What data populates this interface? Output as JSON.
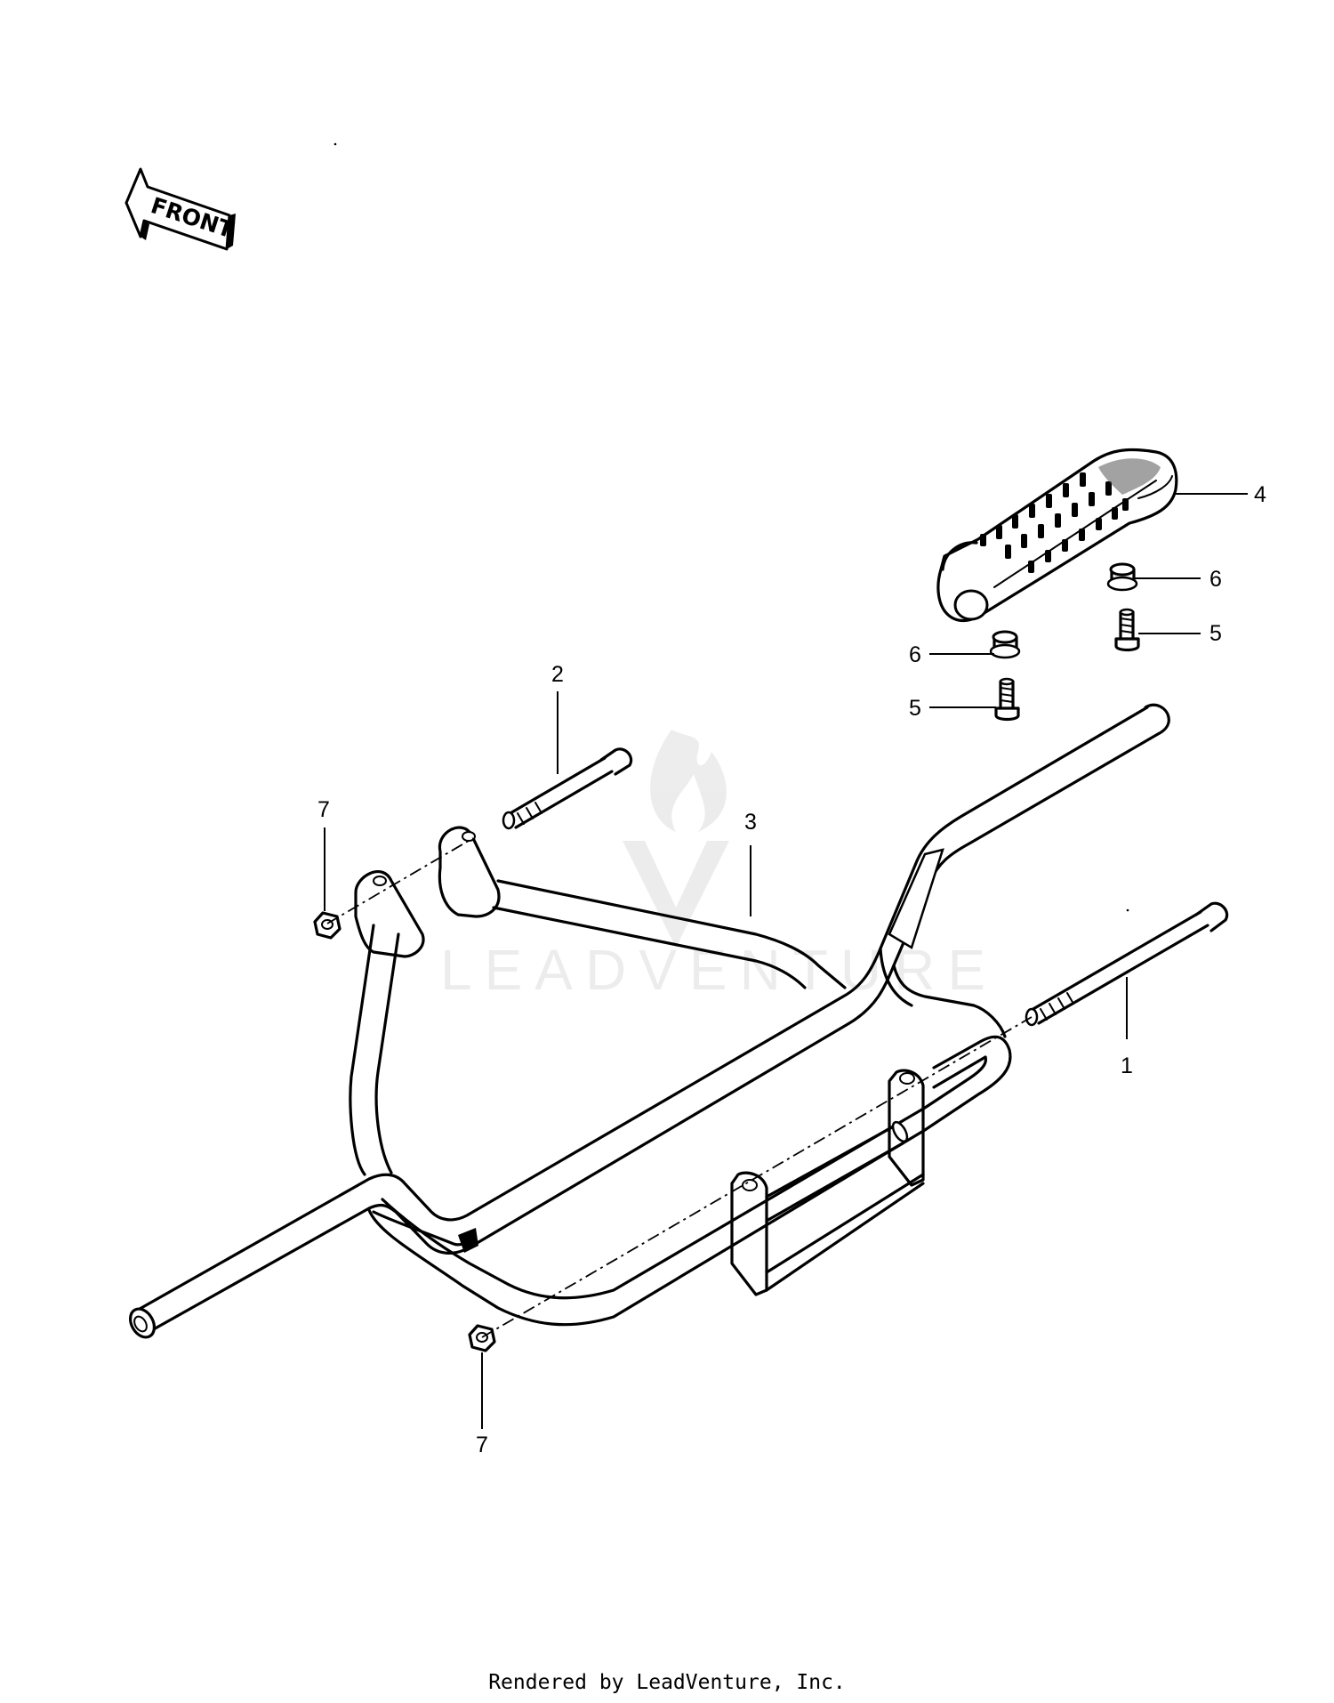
{
  "front_label": "FRONT",
  "watermark": "LEADVENTURE",
  "callouts": {
    "c1": "1",
    "c2": "2",
    "c3": "3",
    "c4": "4",
    "c5a": "5",
    "c5b": "5",
    "c6a": "6",
    "c6b": "6",
    "c7a": "7",
    "c7b": "7"
  },
  "footer": "Rendered by LeadVenture, Inc."
}
